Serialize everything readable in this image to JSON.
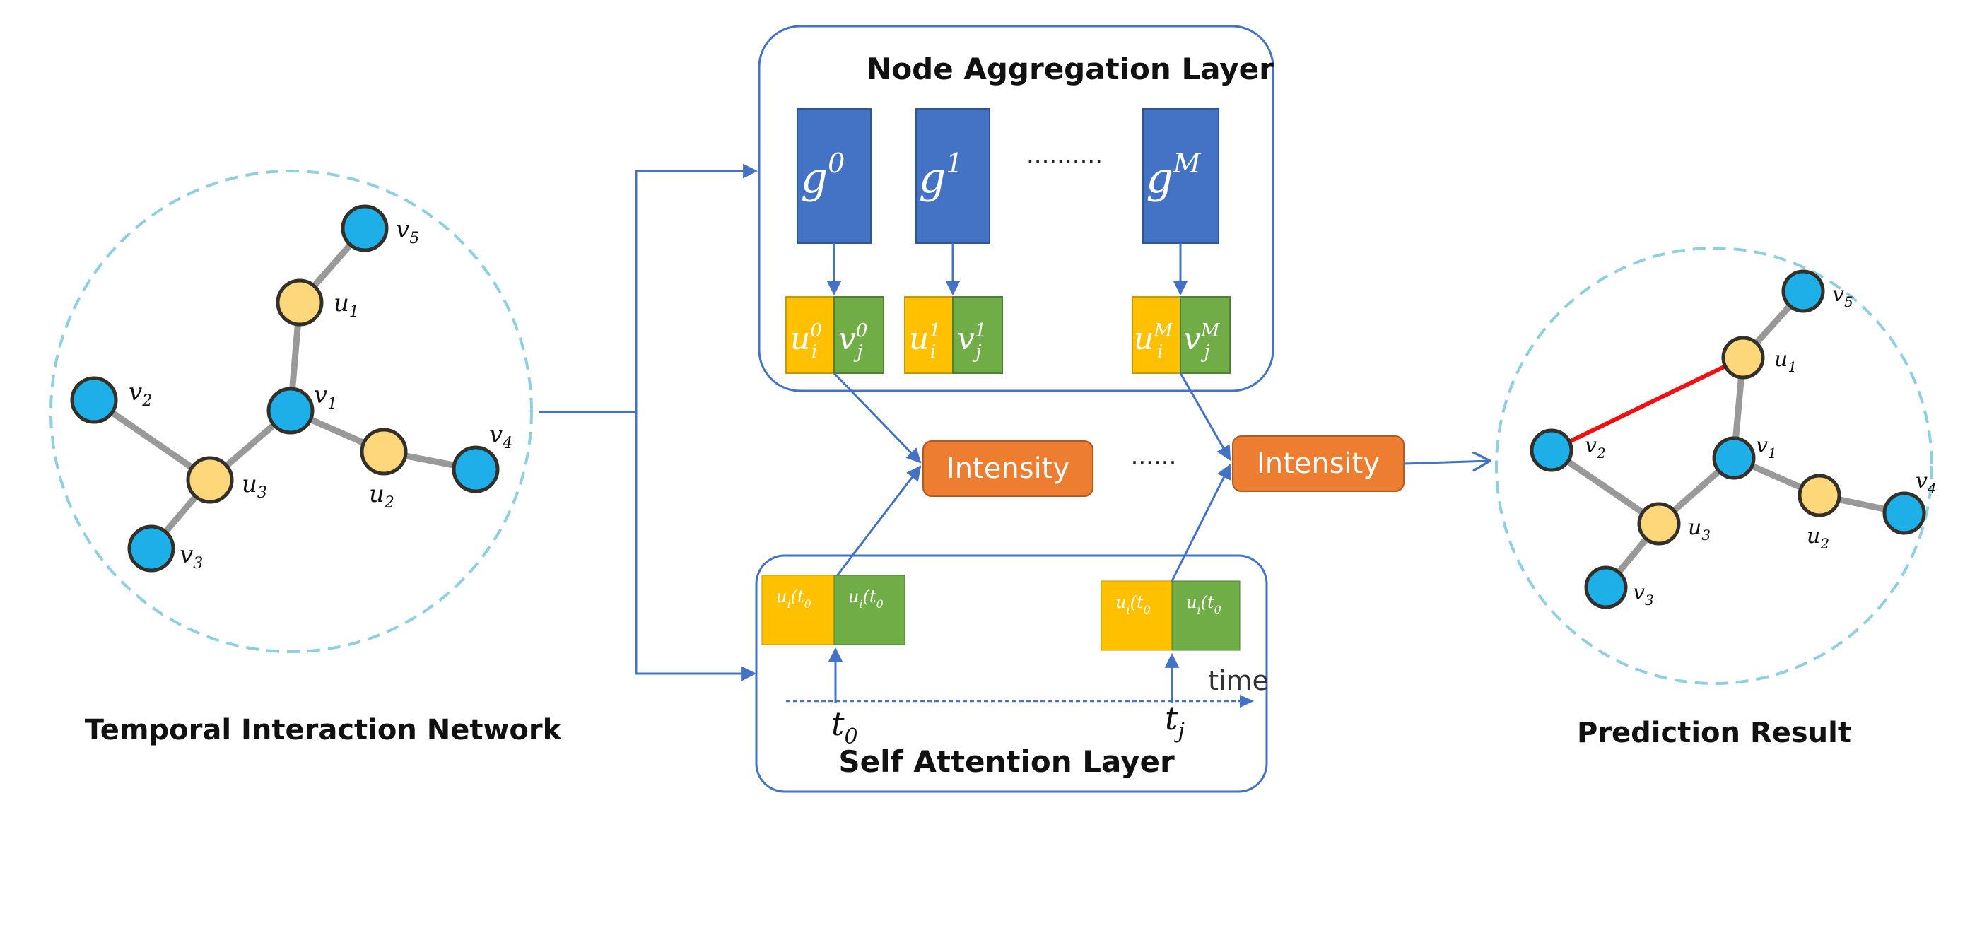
{
  "colors": {
    "frame": "#4472c4",
    "g_box": "#4472c4",
    "u_box": "#ffc000",
    "v_box": "#70ad47",
    "intensity": "#ed7d31",
    "u_node": "#fdd77a",
    "v_node": "#1eaee8",
    "edge": "#999999",
    "new_edge": "#ee1111",
    "dashed_circle": "#8fd0df"
  },
  "left_graph": {
    "caption": "Temporal Interaction Network",
    "nodes": [
      {
        "id": "v5",
        "kind": "v",
        "base": "v",
        "sub": "5"
      },
      {
        "id": "u1",
        "kind": "u",
        "base": "u",
        "sub": "1"
      },
      {
        "id": "v1",
        "kind": "v",
        "base": "v",
        "sub": "1"
      },
      {
        "id": "v2",
        "kind": "v",
        "base": "v",
        "sub": "2"
      },
      {
        "id": "u3",
        "kind": "u",
        "base": "u",
        "sub": "3"
      },
      {
        "id": "u2",
        "kind": "u",
        "base": "u",
        "sub": "2"
      },
      {
        "id": "v4",
        "kind": "v",
        "base": "v",
        "sub": "4"
      },
      {
        "id": "v3",
        "kind": "v",
        "base": "v",
        "sub": "3"
      }
    ]
  },
  "right_graph": {
    "caption": "Prediction Result",
    "nodes": [
      {
        "id": "v5",
        "kind": "v",
        "base": "v",
        "sub": "5"
      },
      {
        "id": "u1",
        "kind": "u",
        "base": "u",
        "sub": "1"
      },
      {
        "id": "v1",
        "kind": "v",
        "base": "v",
        "sub": "1"
      },
      {
        "id": "v2",
        "kind": "v",
        "base": "v",
        "sub": "2"
      },
      {
        "id": "u3",
        "kind": "u",
        "base": "u",
        "sub": "3"
      },
      {
        "id": "u2",
        "kind": "u",
        "base": "u",
        "sub": "2"
      },
      {
        "id": "v4",
        "kind": "v",
        "base": "v",
        "sub": "4"
      },
      {
        "id": "v3",
        "kind": "v",
        "base": "v",
        "sub": "3"
      }
    ]
  },
  "node_aggregation": {
    "title": "Node Aggregation Layer",
    "ellipsis": "··········",
    "groups": [
      {
        "g_base": "g",
        "g_sup": "0",
        "u_base": "u",
        "u_sub": "i",
        "u_sup": "0",
        "v_base": "v",
        "v_sub": "j",
        "v_sup": "0"
      },
      {
        "g_base": "g",
        "g_sup": "1",
        "u_base": "u",
        "u_sub": "i",
        "u_sup": "1",
        "v_base": "v",
        "v_sub": "j",
        "v_sup": "1"
      },
      {
        "g_base": "g",
        "g_sup": "M",
        "u_base": "u",
        "u_sub": "i",
        "u_sup": "M",
        "v_base": "v",
        "v_sub": "j",
        "v_sup": "M"
      }
    ]
  },
  "intensity": {
    "label_1": "Intensity",
    "label_2": "Intensity",
    "ellipsis": "······"
  },
  "self_attention": {
    "title": "Self Attention Layer",
    "time_label": "time",
    "pair_1": {
      "u_label": "u",
      "u_sub": "i",
      "u_arg": "(t",
      "u_arg_sub": "0",
      "v_label": "u",
      "v_sub": "i",
      "v_arg": "(t",
      "v_arg_sub": "0"
    },
    "pair_2": {
      "u_label": "u",
      "u_sub": "i",
      "u_arg": "(t",
      "u_arg_sub": "0",
      "v_label": "u",
      "v_sub": "i",
      "v_arg": "(t",
      "v_arg_sub": "0"
    },
    "t_start": {
      "base": "t",
      "sub": "0"
    },
    "t_end": {
      "base": "t",
      "sub": "j"
    }
  }
}
